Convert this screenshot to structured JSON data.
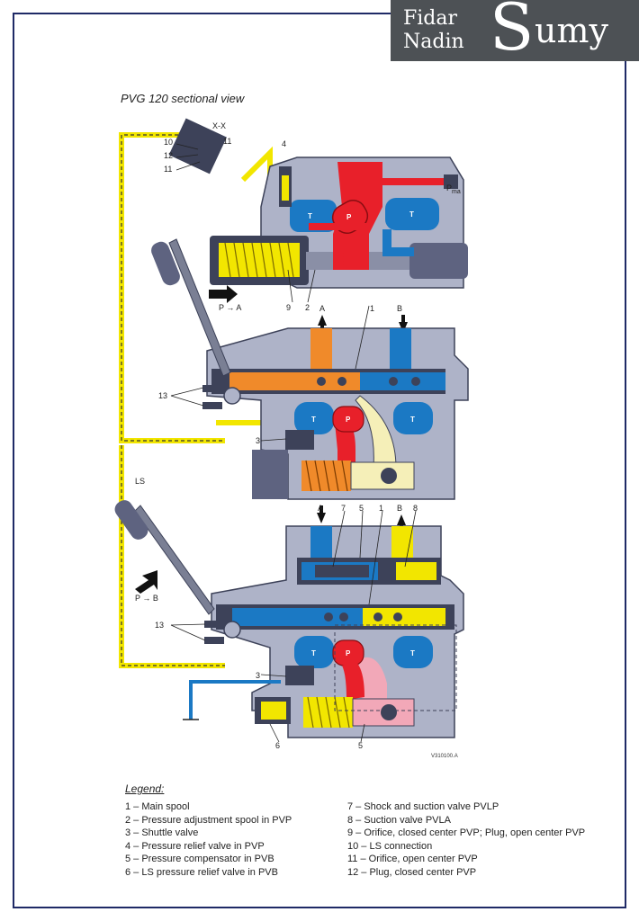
{
  "logo": {
    "line1": "Fidar",
    "line2": "Nadin",
    "big_letter": "S",
    "rest": "umy"
  },
  "title": "PVG 120 sectional view",
  "figure_code": "V310100.A",
  "callouts": {
    "xx": "X-X",
    "n10": "10",
    "n12": "12",
    "n11a": "11",
    "n11b": "11",
    "n4": "4",
    "pma": "P",
    "pma_sub": "ma",
    "n9": "9",
    "n2": "2",
    "p_to_a": "P → A",
    "a_top": "A",
    "one_top": "1",
    "b_top": "B",
    "n13a": "13",
    "n3a": "3",
    "ls": "LS",
    "a_bot": "A",
    "n7": "7",
    "n5": "5",
    "one_bot": "1",
    "b_bot": "B",
    "n8": "8",
    "p_to_b": "P → B",
    "n13b": "13",
    "n3b": "3",
    "n6": "6",
    "n5b": "5",
    "t": "T",
    "p": "P"
  },
  "legend": {
    "title": "Legend:",
    "left": [
      "1 – Main spool",
      "2 – Pressure adjustment spool in PVP",
      "3 – Shuttle valve",
      "4 – Pressure relief valve in PVP",
      "5 – Pressure compensator in PVB",
      "6 – LS pressure relief valve in PVB"
    ],
    "right": [
      "7 – Shock and suction valve PVLP",
      "8 – Suction valve PVLA",
      "9 – Orifice, closed center PVP; Plug, open center PVP",
      "10 – LS connection",
      "11 – Orifice, open center PVP",
      "12 – Plug, closed center PVP"
    ]
  },
  "colors": {
    "pressure": "#e8202a",
    "tank": "#1b79c4",
    "ls": "#f2e600",
    "port_a": "#f08a2a",
    "body": "#aeb3c8",
    "dark": "#3d4259",
    "light_yellow": "#f5efb8",
    "pink": "#f2a8b8",
    "logo_bg": "#4d5155",
    "frame": "#1f2a66"
  }
}
